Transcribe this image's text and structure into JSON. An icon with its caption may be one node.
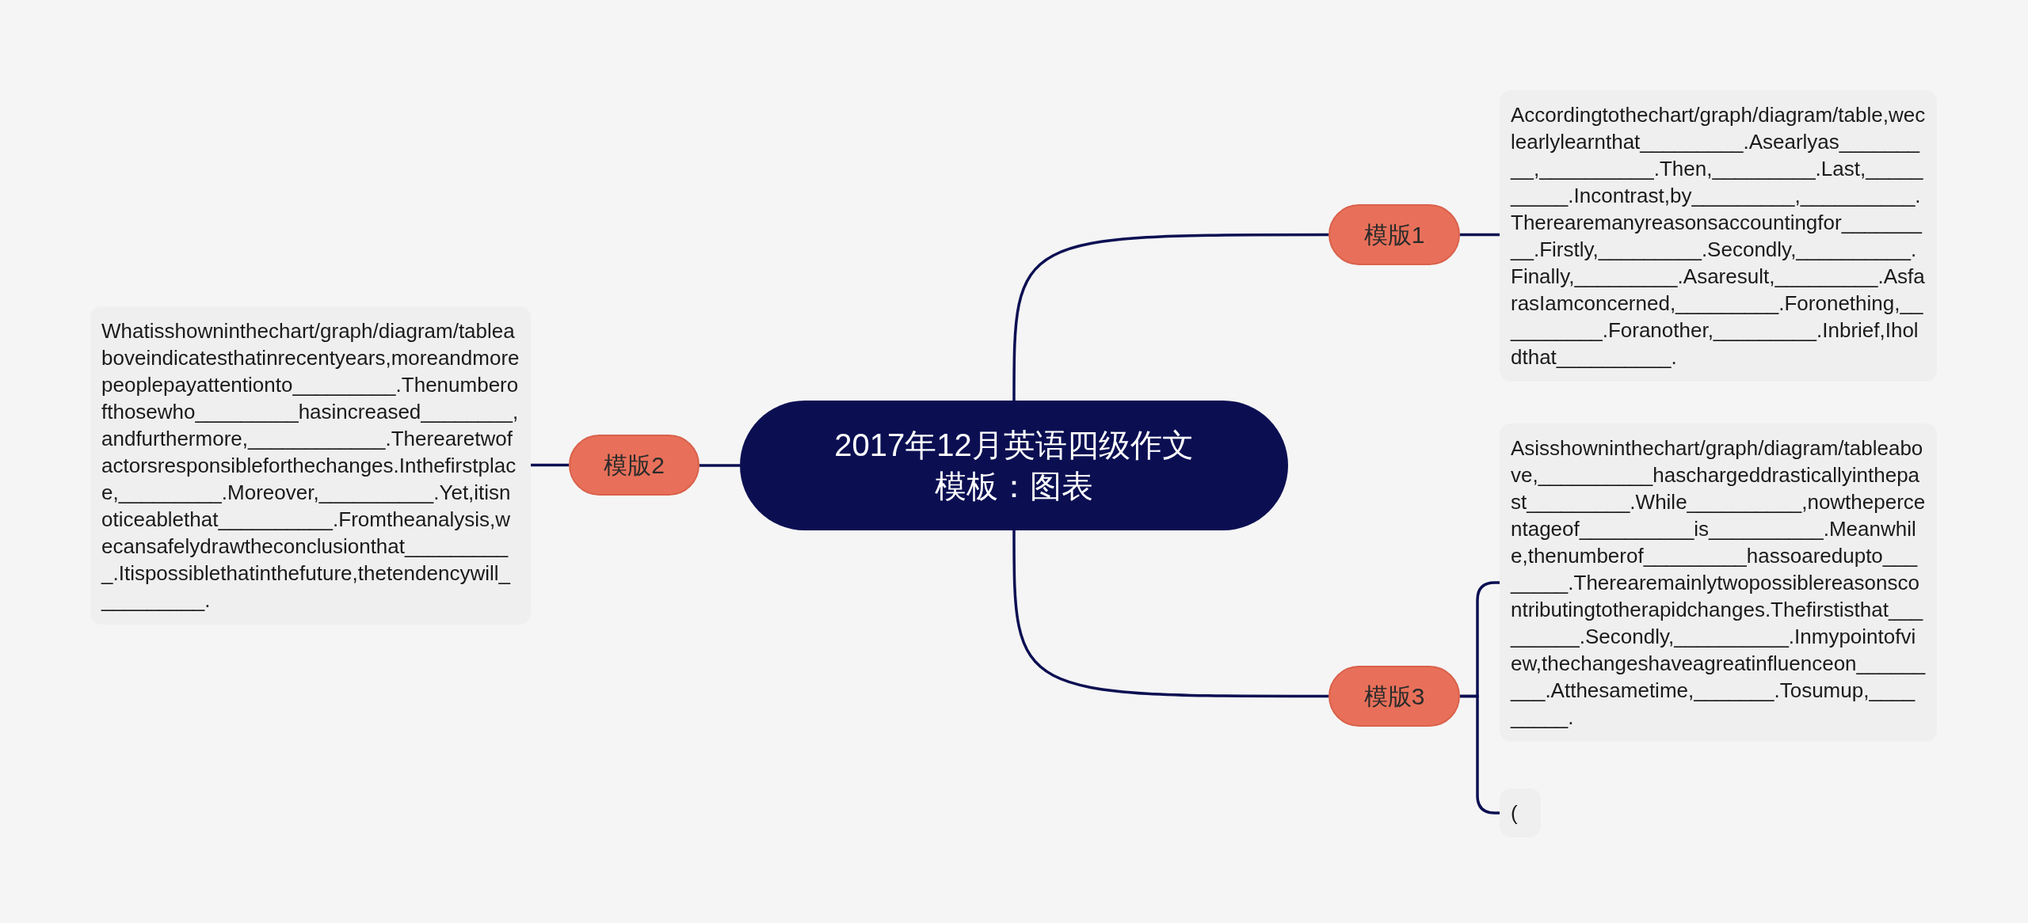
{
  "diagram": {
    "nodes": [
      {
        "text": [
          "2017年12月英语四级作文模板：图表"
        ]
      },
      {
        "text": [
          "模版1"
        ]
      },
      {
        "text": [
          "Accordingtothechart/graph/diagram/table,weclearlylearnthat_________.Asearlyas_________,__________.Then,_________.Last,__________.Incontrast,by_________,__________.Therearemanyreasonsaccountingfor_________.Firstly,_________.Secondly,__________.Finally,_________.Asaresult,_________.AsfarasIamconcerned,_________.Foronething,__________.Foranother,_________.Inbrief,Iholdthat__________."
        ]
      },
      {
        "text": [
          "模版2"
        ]
      },
      {
        "text": [
          "Whatisshowninthechart/graph/diagram/tableaboveindicatesthatinrecentyears,moreandmorepeoplepayattentionto_________.Thenumberofthosewho_________hasincreased________,andfurthermore,____________.Therearetwofactorsresponsibleforthechanges.Inthefirstplace,_________.Moreover,__________.Yet,itisnoticeablethat__________.Fromtheanalysis,wecansafelydrawtheconclusionthat__________.Itispossiblethatinthefuture,thetendencywill__________."
        ]
      },
      {
        "text": [
          "模版3"
        ]
      },
      {
        "text": [
          "Asisshowninthechart/graph/diagram/tableabove,__________haschargeddrasticallyinthepast_________.While__________,nowthepercentageof__________is__________.Meanwhile,thenumberof_________hassoaredupto________.Therearemainlytwopossiblereasonscontributingtotherapidchanges.Thefirstisthat_________.Secondly,__________.Inmypointofview,thechangeshaveagreatinfluenceon_________.Atthesametime,_______.Tosumup,_________."
        ]
      },
      {
        "text": [
          "("
        ]
      }
    ],
    "edges": [
      {
        "from": 0,
        "to": 1,
        "arrow": "none"
      },
      {
        "from": 1,
        "to": 2,
        "arrow": "none"
      },
      {
        "from": 0,
        "to": 3,
        "arrow": "none"
      },
      {
        "from": 3,
        "to": 4,
        "arrow": "none"
      },
      {
        "from": 0,
        "to": 5,
        "arrow": "none"
      },
      {
        "from": 5,
        "to": 6,
        "arrow": "none"
      },
      {
        "from": 5,
        "to": 7,
        "arrow": "none"
      }
    ]
  }
}
